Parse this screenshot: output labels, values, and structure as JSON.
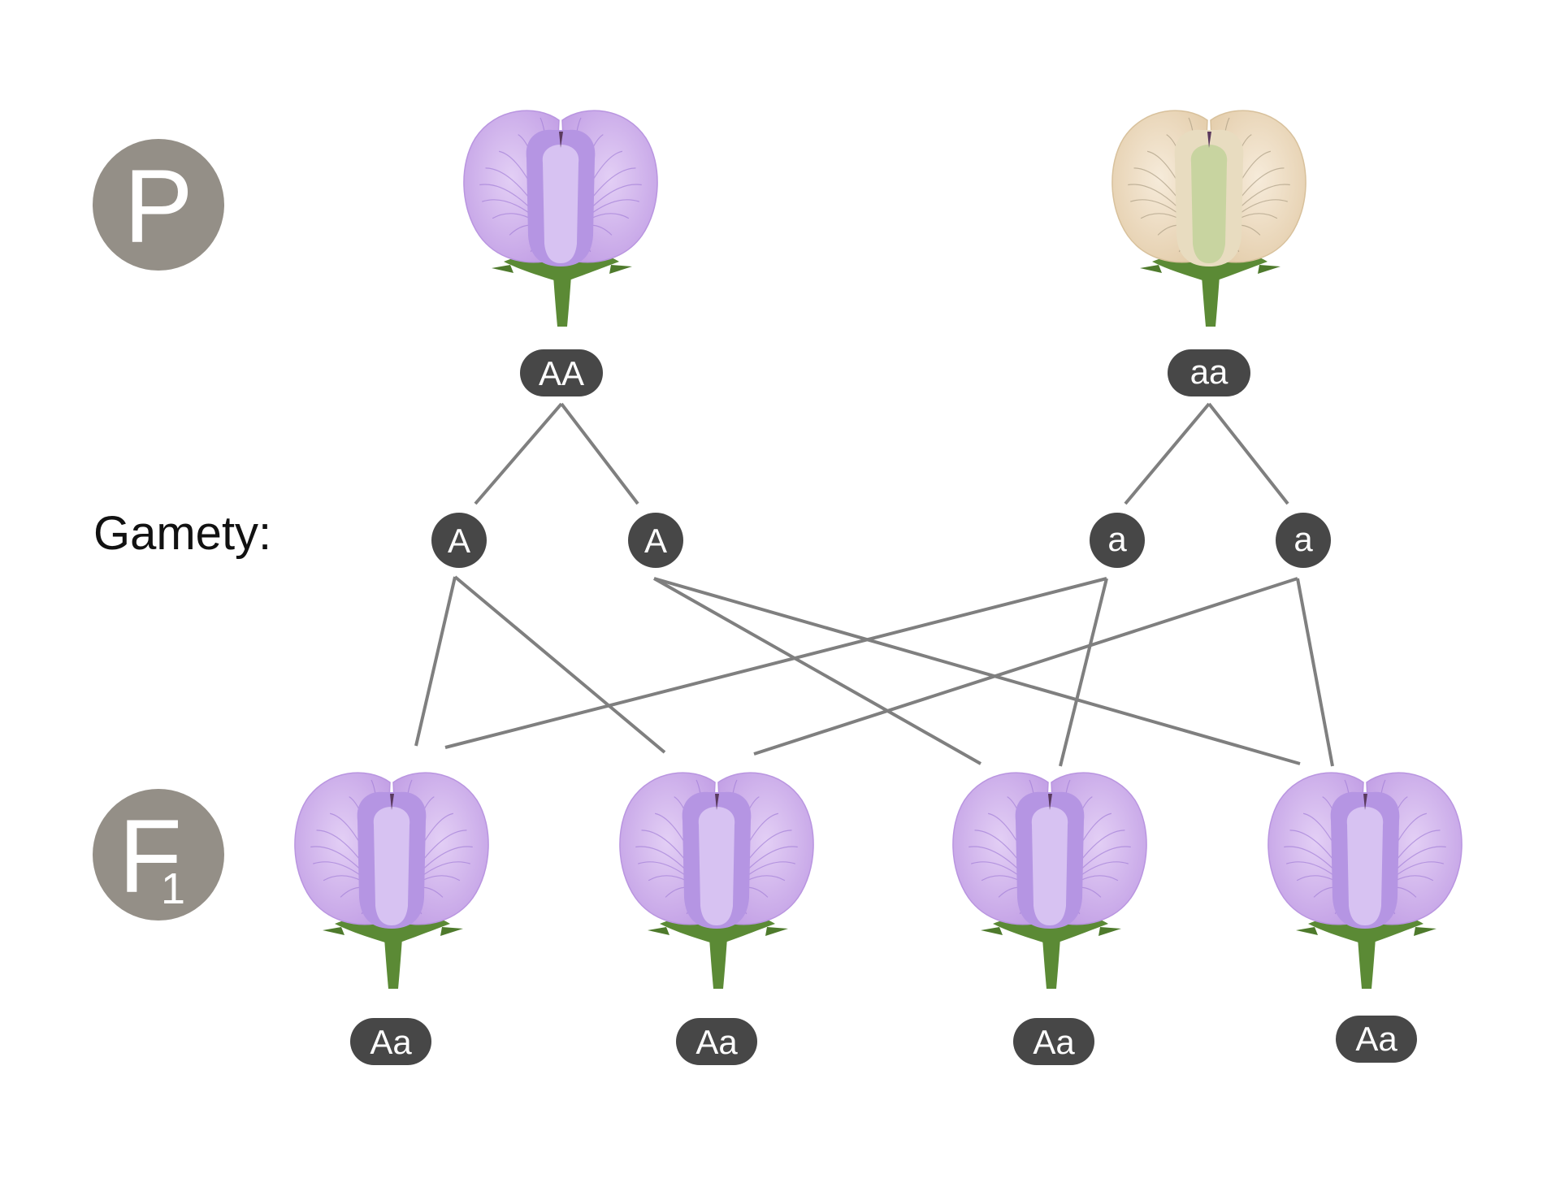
{
  "generations": {
    "parental": {
      "symbol": "P"
    },
    "filial": {
      "symbol": "F",
      "subscript": "1"
    }
  },
  "parents": [
    {
      "genotype": "AA",
      "flower_color": "purple"
    },
    {
      "genotype": "aa",
      "flower_color": "white"
    }
  ],
  "gametes": {
    "label": "Gamety:",
    "alleles": [
      "A",
      "A",
      "a",
      "a"
    ]
  },
  "offspring": [
    {
      "genotype": "Aa",
      "flower_color": "purple"
    },
    {
      "genotype": "Aa",
      "flower_color": "purple"
    },
    {
      "genotype": "Aa",
      "flower_color": "purple"
    },
    {
      "genotype": "Aa",
      "flower_color": "purple"
    }
  ],
  "crosses": [
    {
      "from_gamete": 0,
      "to_offspring": 0
    },
    {
      "from_gamete": 0,
      "to_offspring": 1
    },
    {
      "from_gamete": 1,
      "to_offspring": 2
    },
    {
      "from_gamete": 1,
      "to_offspring": 3
    },
    {
      "from_gamete": 2,
      "to_offspring": 0
    },
    {
      "from_gamete": 2,
      "to_offspring": 2
    },
    {
      "from_gamete": 3,
      "to_offspring": 1
    },
    {
      "from_gamete": 3,
      "to_offspring": 3
    }
  ],
  "colors": {
    "generation_circle": "#948f87",
    "pill": "#474747",
    "line": "#7f7f7f",
    "purple_petal": "#cdb0ea",
    "purple_vein": "#a07cd6",
    "purple_keel": "#b595e3",
    "white_petal": "#ecd9bf",
    "white_vein": "#a89a80",
    "white_keel": "#e8dcc0",
    "sepal": "#5b8a35"
  }
}
